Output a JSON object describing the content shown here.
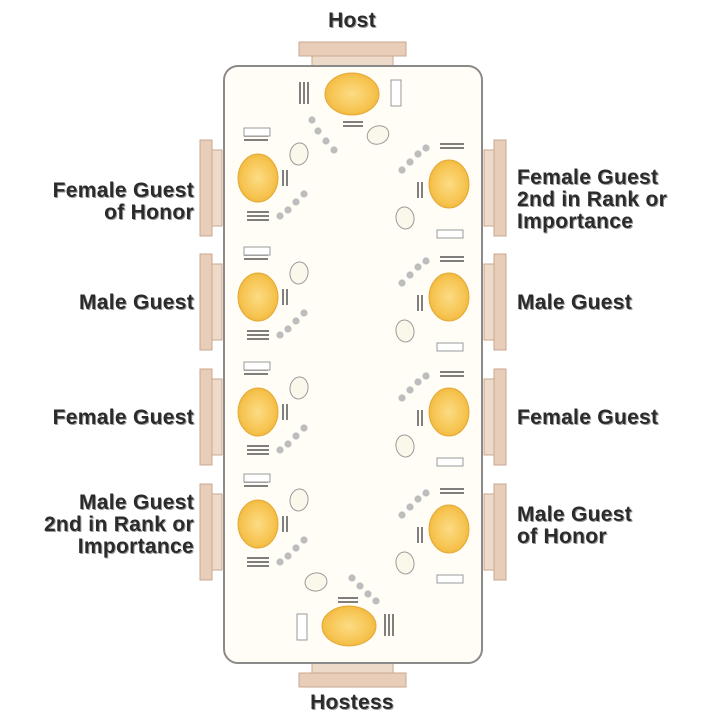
{
  "head": {
    "label": "Host"
  },
  "foot": {
    "label": "Hostess"
  },
  "left_seats": [
    {
      "lines": [
        "Female Guest",
        "of Honor"
      ]
    },
    {
      "lines": [
        "Male Guest"
      ]
    },
    {
      "lines": [
        "Female Guest"
      ]
    },
    {
      "lines": [
        "Male Guest",
        "2nd in Rank or",
        "Importance"
      ]
    }
  ],
  "right_seats": [
    {
      "lines": [
        "Female Guest",
        "2nd in Rank or",
        "Importance"
      ]
    },
    {
      "lines": [
        "Male Guest"
      ]
    },
    {
      "lines": [
        "Female Guest"
      ]
    },
    {
      "lines": [
        "Male Guest",
        "of Honor"
      ]
    }
  ],
  "colors": {
    "chair": "#e8cdb9",
    "chair_stroke": "#c9a891",
    "table_fill": "#fffdf6",
    "table_stroke": "#8a8a8a",
    "plate": "#f5c04a",
    "plate_center": "#fbd878",
    "glass": "#bdbdbd",
    "cutlery": "#555555"
  }
}
